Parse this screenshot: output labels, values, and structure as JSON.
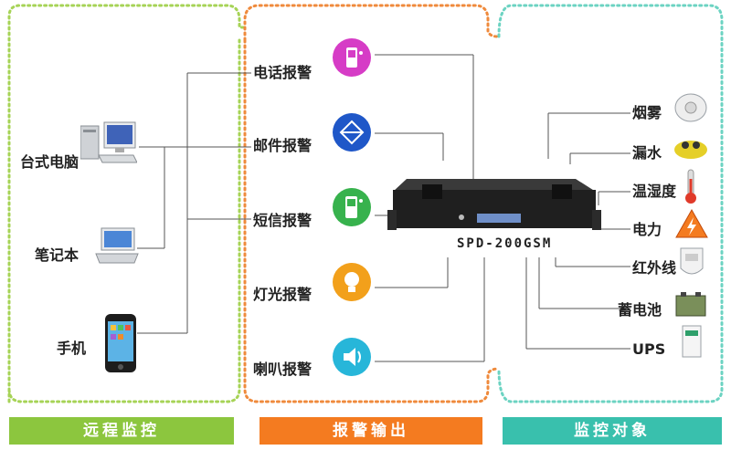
{
  "colors": {
    "green_border": "#a6d356",
    "orange_border": "#ef8a3c",
    "teal_border": "#6cd3c2",
    "green_footer": "#8cc63e",
    "orange_footer": "#f47b20",
    "teal_footer": "#39c0ad"
  },
  "sections": {
    "left_footer": "远程监控",
    "middle_footer": "报警输出",
    "right_footer": "监控对象"
  },
  "left_items": [
    {
      "label": "台式电脑",
      "icon": "desktop-computer-icon"
    },
    {
      "label": "笔记本",
      "icon": "laptop-icon"
    },
    {
      "label": "手机",
      "icon": "smartphone-icon"
    }
  ],
  "alarm_outputs": [
    {
      "label": "电话报警",
      "icon": "phone-icon",
      "color": "#d63cc6"
    },
    {
      "label": "邮件报警",
      "icon": "mail-icon",
      "color": "#1f57c8"
    },
    {
      "label": "短信报警",
      "icon": "sms-icon",
      "color": "#37b24d"
    },
    {
      "label": "灯光报警",
      "icon": "bulb-icon",
      "color": "#f2a01b"
    },
    {
      "label": "喇叭报警",
      "icon": "speaker-icon",
      "color": "#27b6d9"
    }
  ],
  "device": {
    "label": "SPD-200GSM"
  },
  "monitor_objects": [
    {
      "label": "烟雾",
      "icon": "smoke-detector-icon"
    },
    {
      "label": "漏水",
      "icon": "water-leak-icon"
    },
    {
      "label": "温湿度",
      "icon": "thermometer-icon"
    },
    {
      "label": "电力",
      "icon": "power-warning-icon"
    },
    {
      "label": "红外线",
      "icon": "infrared-sensor-icon"
    },
    {
      "label": "蓄电池",
      "icon": "battery-icon"
    },
    {
      "label": "UPS",
      "icon": "ups-icon"
    }
  ]
}
